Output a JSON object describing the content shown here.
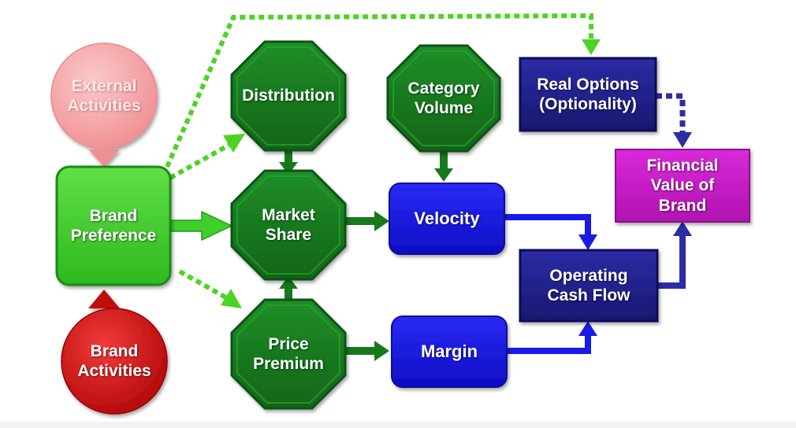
{
  "nodes": {
    "external_activities": "External\nActivities",
    "brand_activities": "Brand\nActivities",
    "brand_preference": "Brand\nPreference",
    "distribution": "Distribution",
    "market_share": "Market\nShare",
    "price_premium": "Price\nPremium",
    "category_volume": "Category\nVolume",
    "velocity": "Velocity",
    "margin": "Margin",
    "real_options": "Real Options\n(Optionality)",
    "operating_cash_flow": "Operating\nCash Flow",
    "financial_value": "Financial\nValue of\nBrand"
  },
  "colors": {
    "light_green": "#3ecf2a",
    "dark_green": "#167a1d",
    "dashed_green": "#4cd423",
    "blue": "#1a1ae6",
    "navy": "#1f1f8c",
    "magenta": "#c21bc2",
    "pink": "#f4a2a4",
    "red": "#d11111"
  }
}
